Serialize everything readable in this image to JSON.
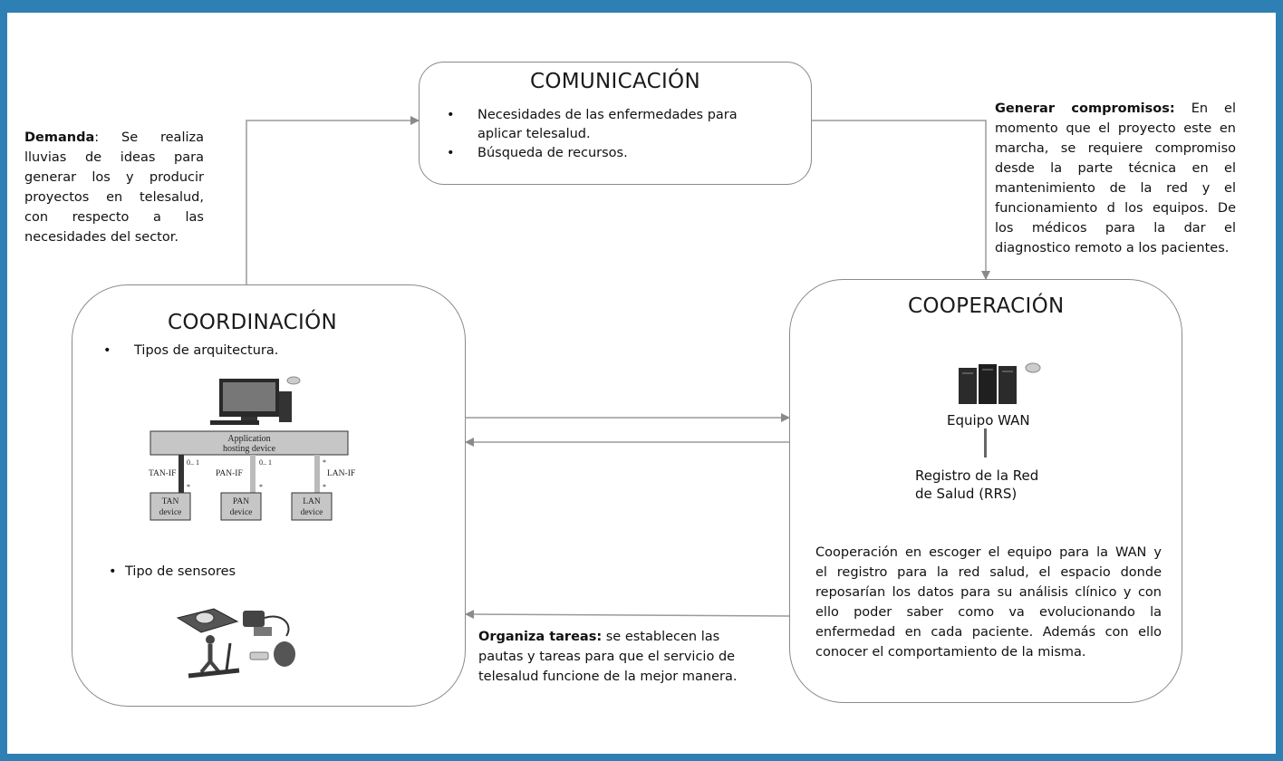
{
  "comunicacion": {
    "title": "COMUNICACIÓN",
    "bullets": [
      "Necesidades de las enfermedades para aplicar telesalud.",
      "Búsqueda de recursos."
    ]
  },
  "demanda": {
    "label": "Demanda",
    "text_lines": [
      ": Se realiza",
      "lluvias de ideas para",
      "generar los y producir",
      "proyectos en telesalud,",
      "con respecto a las",
      "necesidades del sector."
    ]
  },
  "compromisos": {
    "label": "Generar compromisos:",
    "first_line_rest": "En el",
    "text_lines": [
      "momento que el proyecto este en",
      "marcha, se requiere compromiso",
      "desde la parte técnica en el",
      "mantenimiento de la red y el",
      "funcionamiento d los equipos. De",
      "los médicos para la dar el",
      "diagnostico remoto a los pacientes."
    ]
  },
  "coordinacion": {
    "title": "COORDINACIÓN",
    "bullet_arquitectura": "Tipos de arquitectura.",
    "bullet_sensores": "Tipo de sensores",
    "diagram": {
      "app_line1": "Application",
      "app_line2": "hosting device",
      "tan_if": "TAN-IF",
      "pan_if": "PAN-IF",
      "lan_if": "LAN-IF",
      "mult1": "0.. 1",
      "mult2": "0.. 1",
      "star": "*",
      "tan1": "TAN",
      "tan2": "device",
      "pan1": "PAN",
      "pan2": "device",
      "lan1": "LAN",
      "lan2": "device"
    }
  },
  "cooperacion": {
    "title": "COOPERACIÓN",
    "equipo": "Equipo WAN",
    "registro_lines": [
      "Registro de la Red",
      "de Salud (RRS)"
    ],
    "text_lines": [
      "Cooperación en escoger el equipo para la WAN y",
      "el registro para la red salud, el espacio donde",
      "reposarían los datos para su análisis clínico y con",
      "ello poder saber como va evolucionando la",
      "enfermedad en cada paciente. Además con ello"
    ],
    "last_line": "conocer el comportamiento de la misma."
  },
  "organiza": {
    "label": "Organiza tareas:",
    "rest1": " se establecen las",
    "lines": [
      "pautas y tareas para que el servicio de",
      "telesalud funcione de la mejor manera."
    ]
  }
}
